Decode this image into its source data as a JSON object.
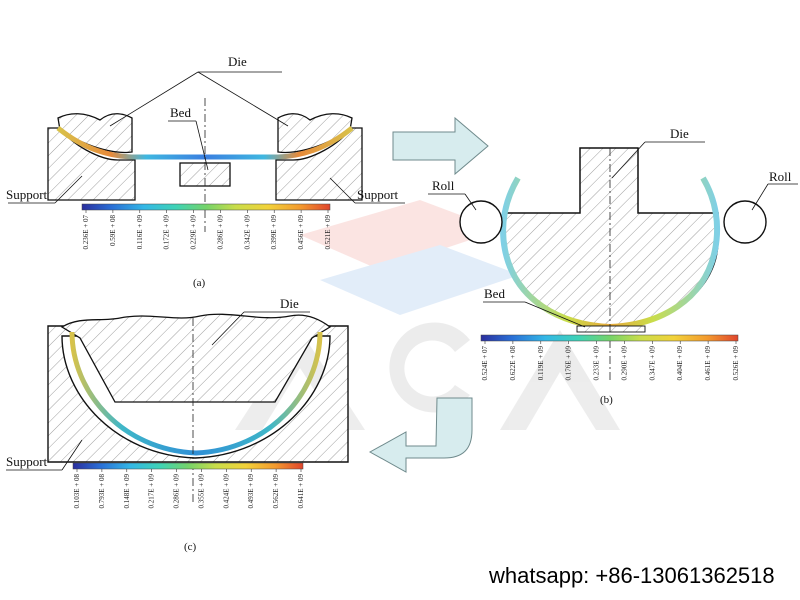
{
  "panels": {
    "a": {
      "caption": "(a)",
      "labels": {
        "die": "Die",
        "bed": "Bed",
        "support_left": "Support",
        "support_right": "Support"
      },
      "scale_ticks": [
        "0.236E + 07",
        "0.59E + 08",
        "0.116E + 09",
        "0.172E + 09",
        "0.229E + 09",
        "0.286E + 09",
        "0.342E + 09",
        "0.399E + 09",
        "0.456E + 09",
        "0.521E + 09"
      ]
    },
    "b": {
      "caption": "(b)",
      "labels": {
        "die": "Die",
        "roll_left": "Roll",
        "roll_right": "Roll",
        "bed": "Bed"
      },
      "scale_ticks": [
        "0.524E + 07",
        "0.622E + 08",
        "0.119E + 09",
        "0.176E + 09",
        "0.233E + 09",
        "0.290E + 09",
        "0.347E + 09",
        "0.404E + 09",
        "0.461E + 09",
        "0.526E + 09"
      ]
    },
    "c": {
      "caption": "(c)",
      "labels": {
        "die": "Die",
        "support": "Support"
      },
      "scale_ticks": [
        "0.103E + 08",
        "0.793E + 08",
        "0.148E + 09",
        "0.217E + 09",
        "0.286E + 09",
        "0.355E + 09",
        "0.424E + 09",
        "0.493E + 09",
        "0.562E + 09",
        "0.641E + 09"
      ]
    }
  },
  "contact": "whatsapp: +86-13061362518",
  "colors": {
    "arrow_fill": "#d7ecee",
    "scale_stops": [
      "#2b2f9e",
      "#2a6fd6",
      "#33b7e6",
      "#3fd3b5",
      "#74d36a",
      "#c9dd4a",
      "#f2d23a",
      "#f39a2e",
      "#e0452d"
    ]
  }
}
